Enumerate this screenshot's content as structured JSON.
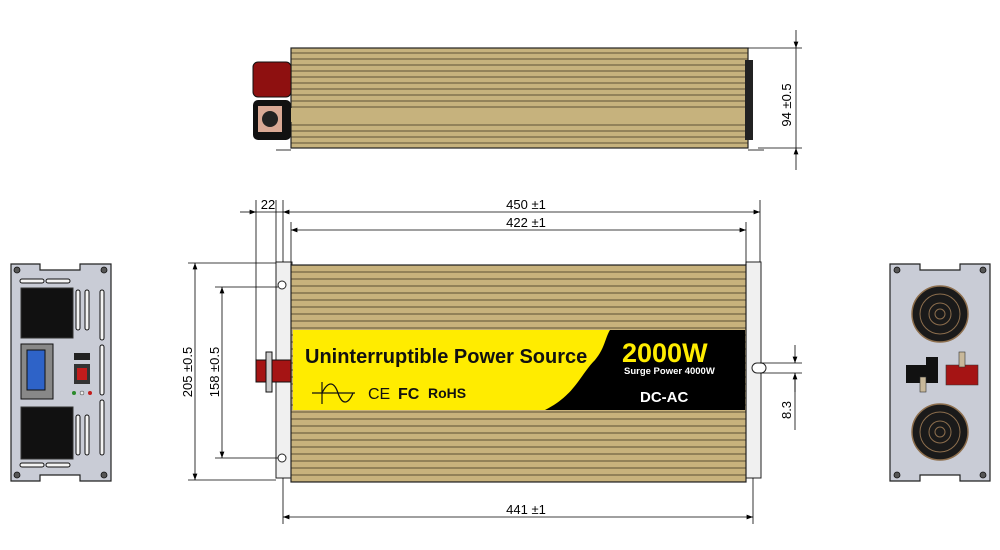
{
  "label": {
    "title": "Uninterruptible Power Source",
    "power": "2000W",
    "surge": "Surge Power 4000W",
    "type": "DC-AC",
    "certs": [
      "CE",
      "FC",
      "RoHS"
    ],
    "wave_icon": "sine-wave-icon"
  },
  "dimensions": {
    "height_top": "94 ±0.5",
    "offset": "22",
    "overall_length": "450 ±1",
    "body_length": "422 ±1",
    "base_length": "441 ±1",
    "overall_width": "205 ±0.5",
    "mount_width": "158 ±0.5",
    "slot": "8.3"
  },
  "colors": {
    "body": "#c8b27c",
    "label_yellow": "#ffec00",
    "label_black": "#000000",
    "terminal_red": "#9b0f0f",
    "panel": "#c9ccd6",
    "switch_blue": "#2e63c8"
  }
}
